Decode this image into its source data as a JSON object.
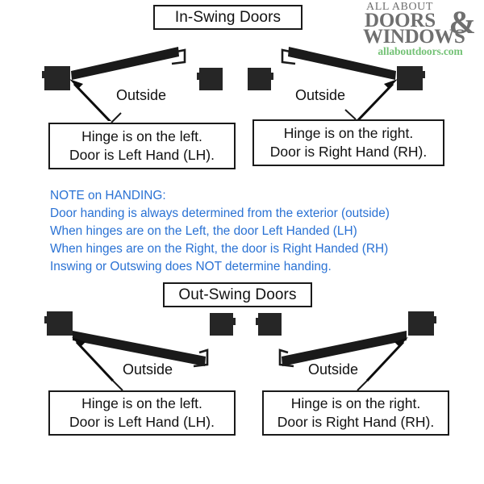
{
  "logo": {
    "line1": "ALL ABOUT",
    "line2": "DOORS",
    "line3": "WINDOWS",
    "ampersand": "&",
    "url": "allaboutdoors.com",
    "text_color": "#6f6f6f",
    "url_color": "#74c276"
  },
  "sections": {
    "inswing": {
      "title": "In-Swing Doors",
      "left": {
        "outside_label": "Outside",
        "caption_line1": "Hinge is on the left.",
        "caption_line2": "Door is Left Hand (LH)."
      },
      "right": {
        "outside_label": "Outside",
        "caption_line1": "Hinge is on the right.",
        "caption_line2": "Door is Right Hand (RH)."
      }
    },
    "outswing": {
      "title": "Out-Swing Doors",
      "left": {
        "outside_label": "Outside",
        "caption_line1": "Hinge is on the left.",
        "caption_line2": "Door is Left Hand (LH)."
      },
      "right": {
        "outside_label": "Outside",
        "caption_line1": "Hinge is on the right.",
        "caption_line2": "Door is Right Hand (RH)."
      }
    }
  },
  "note": {
    "color": "#2a72d4",
    "heading": "NOTE on HANDING:",
    "line1": "Door handing is always determined from the exterior (outside)",
    "line2": "When hinges are on the Left, the door Left Handed (LH)",
    "line3": "When hinges are on the Right, the door is Right Handed (RH)",
    "line4": "Inswing or Outswing does NOT determine handing."
  },
  "graphics": {
    "door_color": "#1a1a1a",
    "jamb_color": "#262626",
    "arrow_color": "#0d0d0d",
    "border_color": "#1a1a1a"
  }
}
